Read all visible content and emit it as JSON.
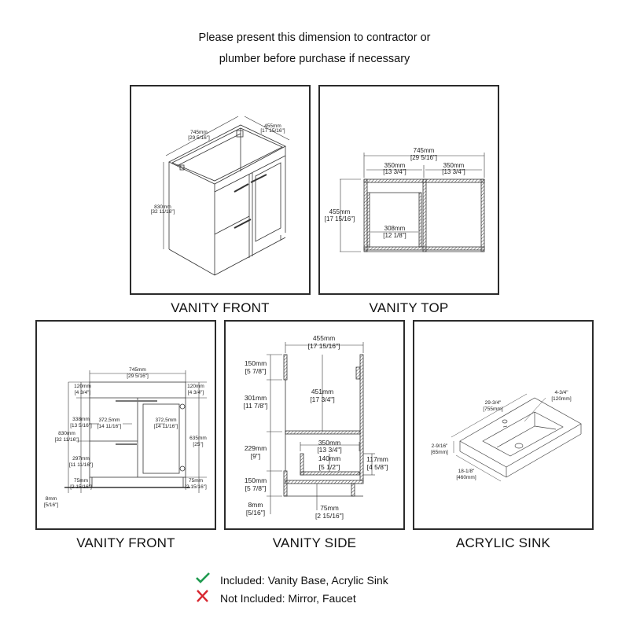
{
  "header": {
    "line1": "Please present this dimension to contractor or",
    "line2": "plumber before purchase if necessary"
  },
  "panels": {
    "vanity_front_iso": {
      "caption": "VANITY FRONT",
      "width_mm": "745mm",
      "width_in": "[29 5/16\"]",
      "depth_mm": "455mm",
      "depth_in": "[17 15/16\"]",
      "height_mm": "830mm",
      "height_in": "[32 11/16\"]"
    },
    "vanity_top": {
      "caption": "VANITY TOP",
      "width_mm": "745mm",
      "width_in": "[29 5/16\"]",
      "left_mm": "350mm",
      "left_in": "[13 3/4\"]",
      "right_mm": "350mm",
      "right_in": "[13 3/4\"]",
      "depth_mm": "455mm",
      "depth_in": "[17 15/16\"]",
      "inner_mm": "308mm",
      "inner_in": "[12 1/8\"]"
    },
    "vanity_front": {
      "caption": "VANITY FRONT",
      "width_mm": "745mm",
      "width_in": "[29 5/16\"]",
      "top_left_mm": "120mm",
      "top_left_in": "[4 3/4\"]",
      "top_right_mm": "120mm",
      "top_right_in": "[4 3/4\"]",
      "drawer1_mm": "338mm",
      "drawer1_in": "[13 5/16\"]",
      "drawer2_mm": "297mm",
      "drawer2_in": "[11 11/16\"]",
      "total_h_mm": "830mm",
      "total_h_in": "[32 11/16\"]",
      "left_w_mm": "372,5mm",
      "left_w_in": "[14 11/16\"]",
      "right_w_mm": "372,5mm",
      "right_w_in": "[14 11/16\"]",
      "door_h_mm": "635mm",
      "door_h_in": "[25\"]",
      "leg_left_mm": "75mm",
      "leg_left_in": "[2 15/16\"]",
      "leg_right_mm": "75mm",
      "leg_right_in": "[2 15/16\"]",
      "foot_mm": "8mm",
      "foot_in": "[5/16\"]"
    },
    "vanity_side": {
      "caption": "VANITY SIDE",
      "depth_mm": "455mm",
      "depth_in": "[17 15/16\"]",
      "top_mm": "150mm",
      "top_in": "[5 7/8\"]",
      "upper_mm": "301mm",
      "upper_in": "[11 7/8\"]",
      "inner_mm": "451mm",
      "inner_in": "[17 3/4\"]",
      "lower_mm": "229mm",
      "lower_in": "[9\"]",
      "drawer_w_mm": "350mm",
      "drawer_w_in": "[13 3/4\"]",
      "drawer_h_mm": "140mm",
      "drawer_h_in": "[5 1/2\"]",
      "drawer_side_mm": "117mm",
      "drawer_side_in": "[4 5/8\"]",
      "base_mm": "150mm",
      "base_in": "[5 7/8\"]",
      "foot_mm": "8mm",
      "foot_in": "[5/16\"]",
      "leg_mm": "75mm",
      "leg_in": "[2 15/16\"]"
    },
    "acrylic_sink": {
      "caption": "ACRYLIC SINK",
      "length_in": "29-3/4\"",
      "length_mm": "[755mm]",
      "basin_in": "4-3/4\"",
      "basin_mm": "[120mm]",
      "thick_in": "2-9/16\"",
      "thick_mm": "[65mm]",
      "depth_in": "18-1/8\"",
      "depth_mm": "[460mm]"
    }
  },
  "legend": {
    "included": "Included: Vanity Base, Acrylic Sink",
    "not_included": "Not Included: Mirror, Faucet",
    "included_icon": "check-icon",
    "not_included_icon": "x-icon",
    "included_color": "#1f9a4f",
    "not_included_color": "#d8262f"
  }
}
